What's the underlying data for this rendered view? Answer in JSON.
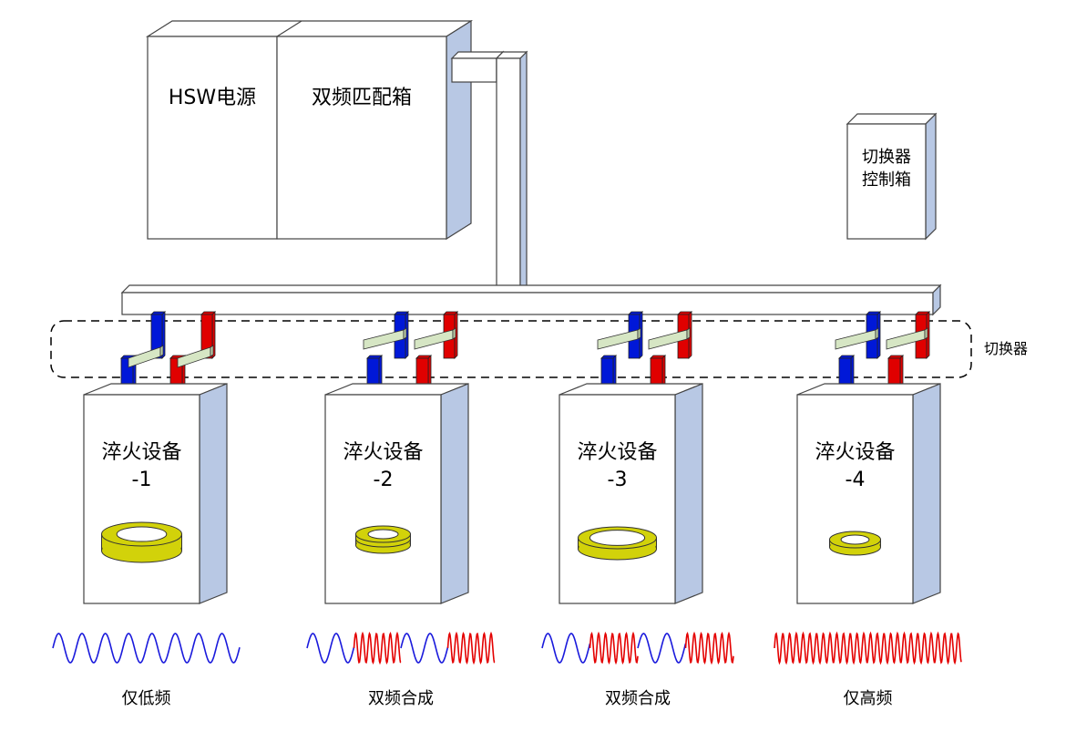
{
  "labels": {
    "power_supply": "HSW电源",
    "matching_box": "双频匹配箱",
    "controller_line1": "切换器",
    "controller_line2": "控制箱",
    "switcher": "切换器"
  },
  "stations": [
    {
      "name": "淬火设备",
      "number": "-1",
      "mode": "仅低频",
      "ring": "thick",
      "wave": [
        "L"
      ]
    },
    {
      "name": "淬火设备",
      "number": "-2",
      "mode": "双频合成",
      "ring": "stacked",
      "wave": [
        "L",
        "H",
        "L",
        "H"
      ]
    },
    {
      "name": "淬火设备",
      "number": "-3",
      "mode": "双频合成",
      "ring": "wide",
      "wave": [
        "L",
        "H",
        "L",
        "H"
      ]
    },
    {
      "name": "淬火设备",
      "number": "-4",
      "mode": "仅高频",
      "ring": "small",
      "wave": [
        "H"
      ]
    }
  ],
  "colors": {
    "box_front": "#ffffff",
    "box_side": "#b8c8e4",
    "box_stroke": "#444444",
    "busbar_blue": "#0018d8",
    "busbar_red": "#e00000",
    "switch_blade": "#d6e6c4",
    "ring_fill": "#d2d20a",
    "wave_low": "#1a1adc",
    "wave_high": "#e40000",
    "text": "#000000"
  }
}
